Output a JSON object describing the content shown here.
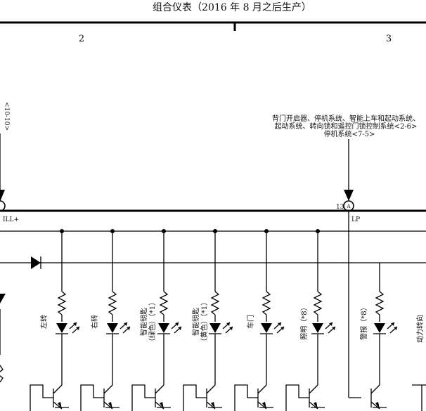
{
  "title": "组合仪表（2016 年 8 月之后生产）",
  "page_numbers": [
    "2",
    "3"
  ],
  "left_ref": "<10-10>",
  "connector_systems": [
    "背门开启器、停机系统、智能上车和起动系统、",
    "起动系统、转向锁和遥控门锁控制系统<2-6>",
    "停机系统<7-5>"
  ],
  "pin_number": "13",
  "pin_letter": "A",
  "bus_left_label": "ILL+",
  "bus_right_label": "LP",
  "indicators": [
    {
      "id": "left-turn",
      "lines": [
        "左转"
      ]
    },
    {
      "id": "right-turn",
      "lines": [
        "右转"
      ]
    },
    {
      "id": "smart-key-green",
      "lines": [
        "智能钥匙",
        "（绿色）（*1）"
      ]
    },
    {
      "id": "smart-key-amber",
      "lines": [
        "智能钥匙",
        "（黄色）（*1）"
      ]
    },
    {
      "id": "door",
      "lines": [
        "车门"
      ]
    },
    {
      "id": "illumination",
      "lines": [
        "照明（*8）"
      ]
    },
    {
      "id": "warning",
      "lines": [
        "警报（*8）"
      ]
    },
    {
      "id": "power-steering",
      "lines": [
        "动力转向"
      ]
    }
  ]
}
